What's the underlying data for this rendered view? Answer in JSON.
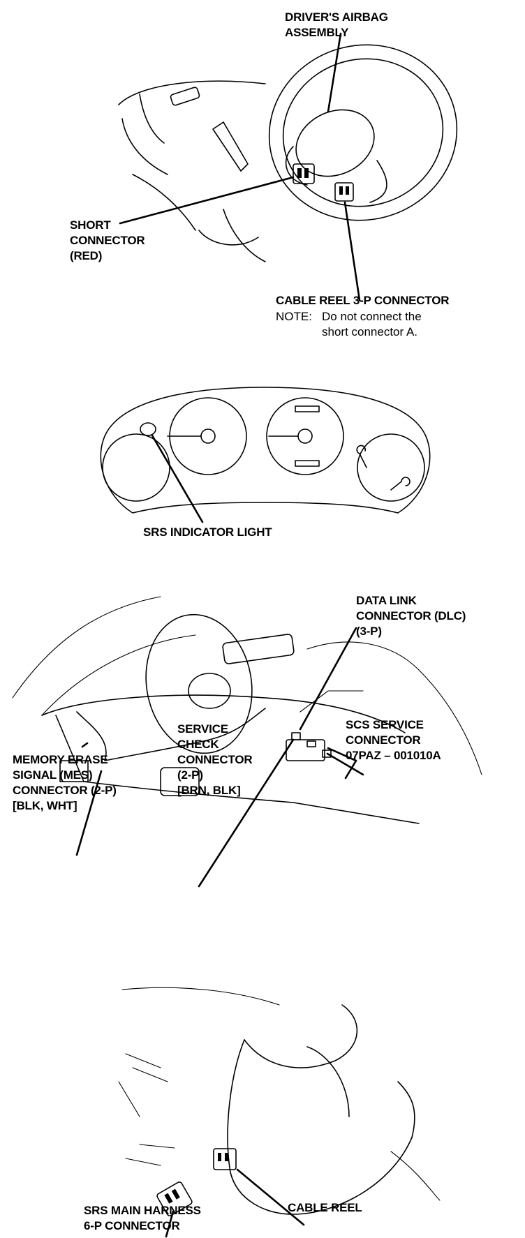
{
  "figure1": {
    "airbag_label": "DRIVER'S AIRBAG\nASSEMBLY",
    "short_connector_label": "SHORT\nCONNECTOR\n(RED)",
    "cable_reel_label": "CABLE REEL 3-P CONNECTOR",
    "note_prefix": "NOTE:",
    "note_line1": "Do not connect the",
    "note_line2": "short connector A."
  },
  "figure2": {
    "indicator_label": "SRS INDICATOR LIGHT"
  },
  "figure3": {
    "dlc_label": "DATA LINK\nCONNECTOR (DLC)\n(3-P)",
    "scs_label": "SCS SERVICE\nCONNECTOR\n07PAZ – 001010A",
    "service_check_label": "SERVICE\nCHECK\nCONNECTOR\n(2-P)\n[BRN, BLK]",
    "mes_label": "MEMORY ERASE\nSIGNAL (MES)\nCONNECTOR (2-P)\n[BLK, WHT]"
  },
  "figure4": {
    "cable_reel_label": "CABLE REEL",
    "harness_label": "SRS MAIN HARNESS\n6-P CONNECTOR"
  }
}
